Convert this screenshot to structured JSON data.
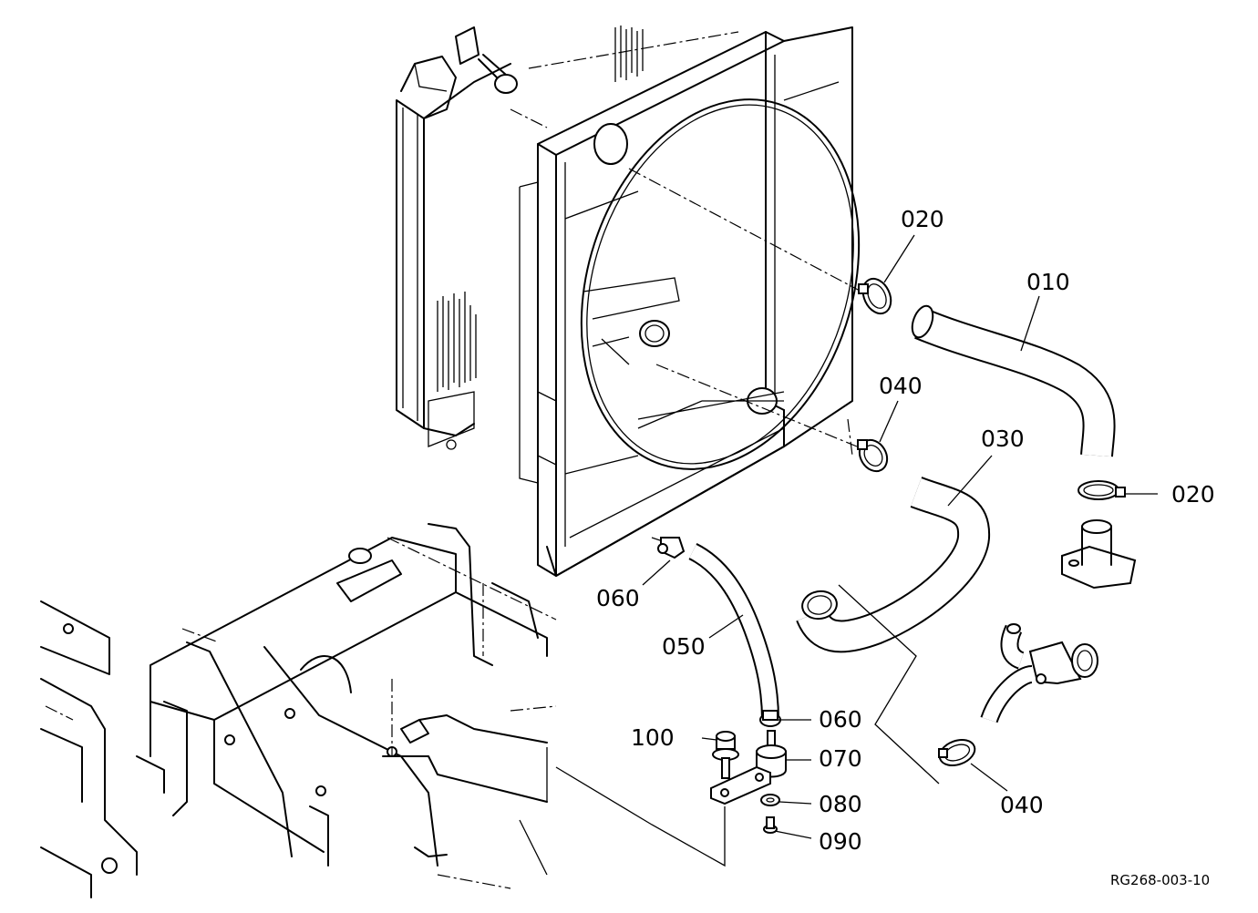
{
  "reference_code": "RG268-003-10",
  "callouts": [
    {
      "id": "010",
      "label": "010"
    },
    {
      "id": "020a",
      "label": "020"
    },
    {
      "id": "020b",
      "label": "020"
    },
    {
      "id": "030",
      "label": "030"
    },
    {
      "id": "040a",
      "label": "040"
    },
    {
      "id": "040b",
      "label": "040"
    },
    {
      "id": "050",
      "label": "050"
    },
    {
      "id": "060a",
      "label": "060"
    },
    {
      "id": "060b",
      "label": "060"
    },
    {
      "id": "070",
      "label": "070"
    },
    {
      "id": "080",
      "label": "080"
    },
    {
      "id": "090",
      "label": "090"
    },
    {
      "id": "100",
      "label": "100"
    }
  ]
}
